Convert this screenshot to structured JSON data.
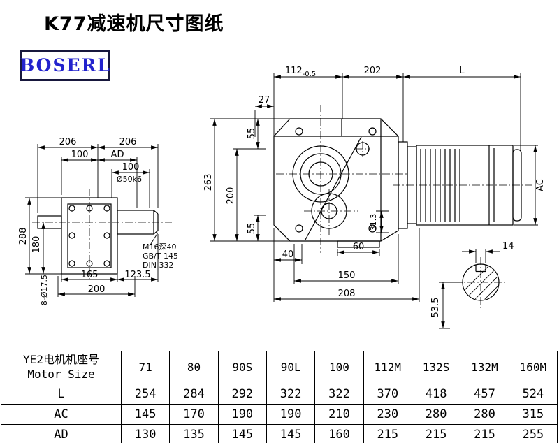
{
  "page": {
    "title": "K77减速机尺寸图纸",
    "logo_text": "BOSERL"
  },
  "drawing": {
    "left_view": {
      "dim_206_left": "206",
      "dim_206_right": "206",
      "dim_100_left": "100",
      "dim_ad": "AD",
      "dim_100_right": "100",
      "shaft_dia": "Ø50k6",
      "dim_288": "288",
      "dim_180": "180",
      "dim_165": "165",
      "dim_123_5": "123.5",
      "dim_200": "200",
      "bolt_holes_note": "8-Ø17.5",
      "thread_note_line1": "M16深40",
      "thread_note_line2": "GB/T 145",
      "thread_note_line3": "DIN 332"
    },
    "front_view": {
      "dim_112": "112",
      "dim_112_tol": "-0.5",
      "dim_202": "202",
      "dim_l": "L",
      "dim_27": "27",
      "dim_263": "263",
      "dim_200": "200",
      "dim_55_top": "55",
      "dim_55_bottom": "55",
      "dim_31_3": "31.3",
      "dim_40": "40",
      "dim_60": "60",
      "dim_150": "150",
      "dim_208": "208"
    },
    "motor_view": {
      "dim_ac": "AC"
    },
    "shaft_end_view": {
      "dim_14": "14",
      "dim_53_5": "53.5"
    }
  },
  "table": {
    "header": {
      "label_cn": "YE2电机机座号",
      "label_en": "Motor Size",
      "sizes": [
        "71",
        "80",
        "90S",
        "90L",
        "100",
        "112M",
        "132S",
        "132M",
        "160M"
      ]
    },
    "rows": [
      {
        "label": "L",
        "values": [
          "254",
          "284",
          "292",
          "322",
          "322",
          "370",
          "418",
          "457",
          "524"
        ]
      },
      {
        "label": "AC",
        "values": [
          "145",
          "170",
          "190",
          "190",
          "210",
          "230",
          "280",
          "280",
          "315"
        ]
      },
      {
        "label": "AD",
        "values": [
          "130",
          "135",
          "145",
          "145",
          "160",
          "215",
          "215",
          "215",
          "255"
        ]
      }
    ]
  }
}
